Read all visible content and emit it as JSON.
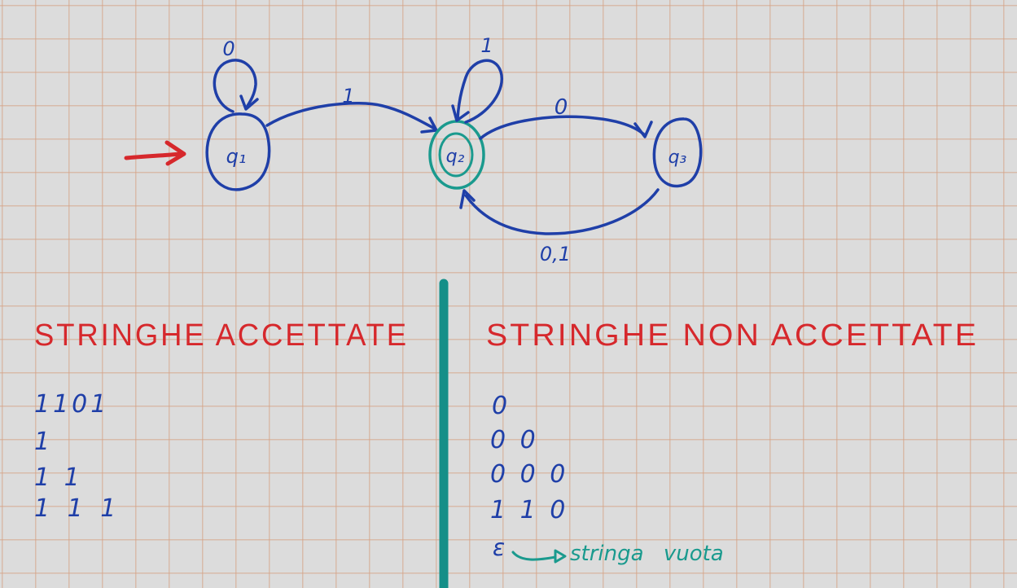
{
  "colors": {
    "automaton": "#1f3fa8",
    "accept_state": "#1a9a8e",
    "start_arrow": "#d6282c",
    "heading": "#d6282c",
    "divider": "#158f88",
    "strings": "#1f3fa8",
    "note": "#1a9a8e"
  },
  "states": [
    {
      "id": "q1",
      "label": "q₁",
      "accepting": false,
      "initial": true
    },
    {
      "id": "q2",
      "label": "q₂",
      "accepting": true,
      "initial": false
    },
    {
      "id": "q3",
      "label": "q₃",
      "accepting": false,
      "initial": false
    }
  ],
  "transitions": [
    {
      "from": "q1",
      "to": "q1",
      "label": "0"
    },
    {
      "from": "q1",
      "to": "q2",
      "label": "1"
    },
    {
      "from": "q2",
      "to": "q2",
      "label": "1"
    },
    {
      "from": "q2",
      "to": "q3",
      "label": "0"
    },
    {
      "from": "q3",
      "to": "q2",
      "label": "0,1"
    }
  ],
  "accepted": {
    "heading": "STRINGHE ACCETTATE",
    "items": [
      "1101",
      "1",
      "1 1",
      "1 1 1"
    ]
  },
  "rejected": {
    "heading": "STRINGHE NON ACCETTATE",
    "items": [
      "0",
      "0 0",
      "0 0 0",
      "1 1 0",
      "ε"
    ],
    "note": "stringa vuota"
  }
}
